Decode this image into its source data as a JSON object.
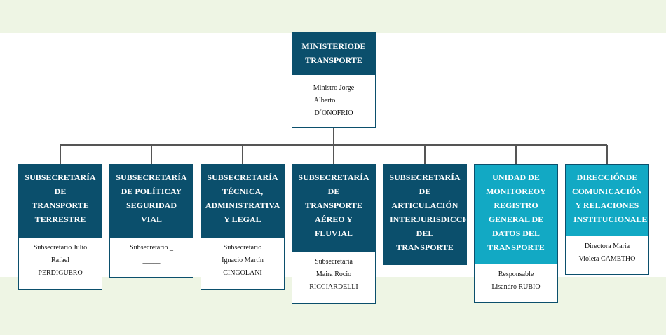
{
  "top": {
    "title_lines": [
      "MINISTERIODE",
      "TRANSPORTE"
    ],
    "body_lines": [
      "Ministro  Jorge",
      "Alberto",
      "D´ONOFRIO"
    ]
  },
  "units": [
    {
      "title_lines": [
        "SUBSECRETARÍA",
        "DE",
        "TRANSPORTE",
        "TERRESTRE"
      ],
      "body_lines": [
        "Subsecretario     Julio",
        "Rafael",
        "PERDIGUERO"
      ]
    },
    {
      "title_lines": [
        "SUBSECRETARÍA",
        "DE POLÍTICAY",
        "SEGURIDAD",
        "VIAL"
      ],
      "body_lines": [
        "Subsecretario      _",
        "_____"
      ]
    },
    {
      "title_lines": [
        "SUBSECRETARÍA",
        "TÉCNICA,",
        "ADMINISTRATIVA",
        "Y LEGAL"
      ],
      "body_lines": [
        "Subsecretario",
        "Ignacio  Martín",
        "CINGOLANI"
      ]
    },
    {
      "title_lines": [
        "SUBSECRETARÍA",
        "DE",
        "TRANSPORTE",
        "AÉREO Y",
        "FLUVIAL"
      ],
      "body_lines": [
        "Subsecretaria",
        "Maira  Rocio",
        "RICCIARDELLI"
      ]
    },
    {
      "title_lines": [
        "SUBSECRETARÍA",
        "DE",
        "ARTICULACIÓN",
        "INTERJURISDICCIONAL",
        "DEL",
        "TRANSPORTE"
      ],
      "body_lines": []
    },
    {
      "title_lines": [
        "UNIDAD DE",
        "MONITOREOY",
        "REGISTRO",
        "GENERAL DE",
        "DATOS DEL",
        "TRANSPORTE"
      ],
      "body_lines": [
        "Responsable",
        "Lisandro  RUBIO"
      ]
    },
    {
      "title_lines": [
        "DIRECCIÓNDE",
        "COMUNICACIÓN",
        "Y RELACIONES",
        "INSTITUCIONALES"
      ],
      "body_lines": [
        "Directora  Maria",
        "Violeta  CAMETHO"
      ]
    }
  ],
  "colors": {
    "dark": "#0b4f6c",
    "light": "#12a9c4",
    "band": "#eef5e4",
    "line": "#555555"
  }
}
